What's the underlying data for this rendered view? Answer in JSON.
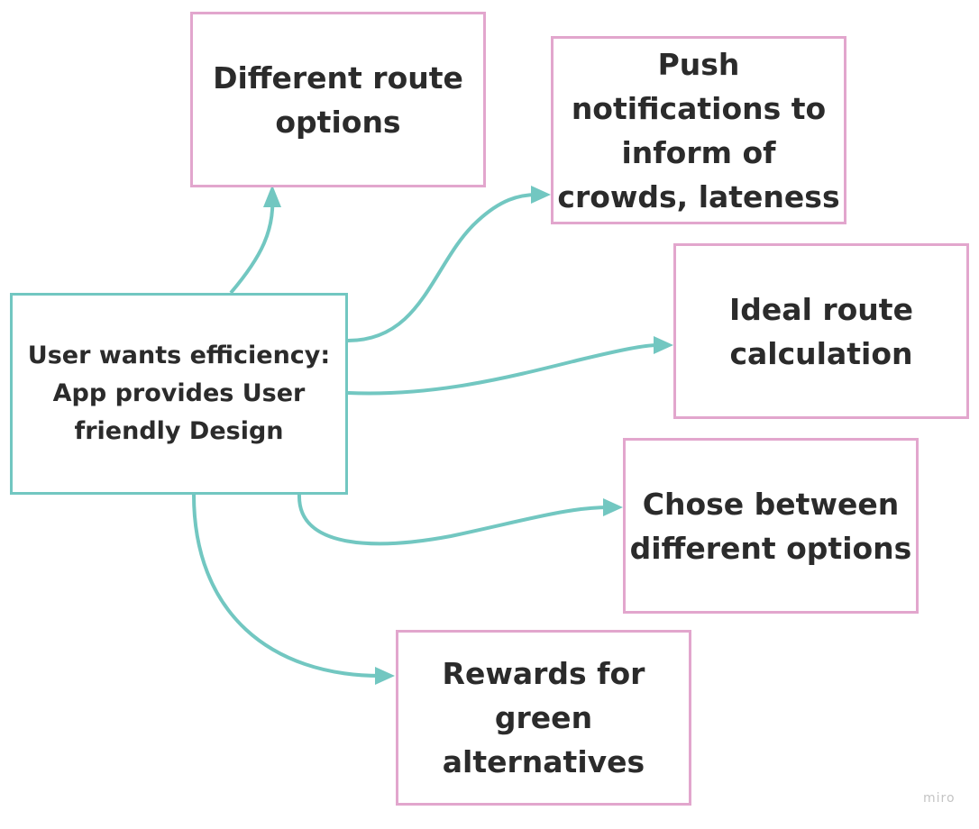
{
  "colors": {
    "connector": "#72c7c1",
    "center_border": "#72c7c1",
    "outcome_border": "#e2a6cd",
    "text": "#2b2b2b",
    "watermark": "#c4c4c4"
  },
  "center": {
    "label": "User wants efficiency:\nApp provides User\nfriendly Design"
  },
  "outcomes": {
    "different_route_options": "Different route\noptions",
    "push_notifications": "Push\nnotifications to\ninform of\ncrowds, lateness",
    "ideal_route": "Ideal route\ncalculation",
    "chose_between": "Chose between\ndifferent options",
    "rewards": "Rewards for\ngreen\nalternatives"
  },
  "watermark": "miro"
}
